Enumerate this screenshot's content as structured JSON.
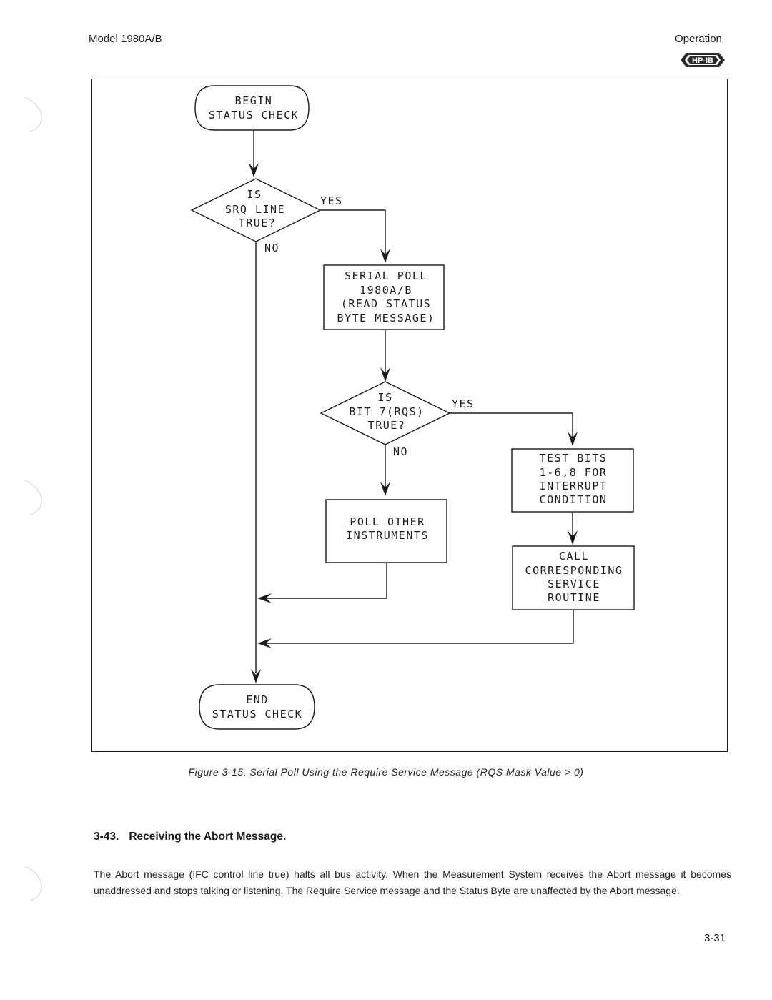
{
  "header": {
    "model": "Model 1980A/B",
    "section": "Operation",
    "badge_text": "HP-IB"
  },
  "flowchart": {
    "begin": [
      "BEGIN",
      "STATUS CHECK"
    ],
    "decision_srq": [
      "IS",
      "SRQ LINE",
      "TRUE?"
    ],
    "serial_poll": [
      "SERIAL POLL",
      "1980A/B",
      "(READ STATUS",
      "BYTE MESSAGE)"
    ],
    "decision_bit7": [
      "IS",
      "BIT 7(RQS)",
      "TRUE?"
    ],
    "test_bits": [
      "TEST BITS",
      "1-6,8 FOR",
      "INTERRUPT",
      "CONDITION"
    ],
    "call_service": [
      "CALL",
      "CORRESPONDING",
      "SERVICE",
      "ROUTINE"
    ],
    "poll_other": [
      "POLL OTHER",
      "INSTRUMENTS"
    ],
    "end": [
      "END",
      "STATUS CHECK"
    ],
    "yes_label": "YES",
    "no_label": "NO"
  },
  "caption": "Figure 3-15. Serial Poll Using the Require Service Message (RQS Mask Value > 0)",
  "section": {
    "number": "3-43.",
    "title": "Receiving the Abort Message."
  },
  "body": "The Abort message (IFC control line true) halts all bus activity. When the Measurement System receives the Abort message it becomes unaddressed and stops talking or listening. The Require Service message and the Status Byte are unaffected by the Abort message.",
  "page_number": "3-31"
}
